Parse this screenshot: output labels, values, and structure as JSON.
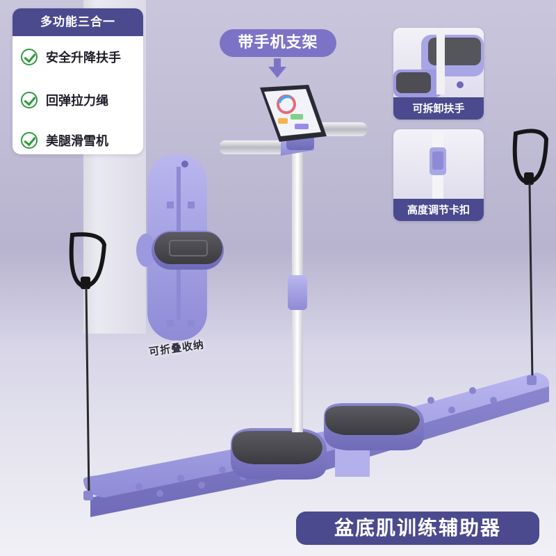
{
  "features": {
    "title": "多功能三合一",
    "items": [
      {
        "label": "安全升降扶手"
      },
      {
        "label": "回弹拉力绳"
      },
      {
        "label": "美腿滑雪机"
      }
    ]
  },
  "callouts": {
    "phone_holder": "带手机支架",
    "detachable_handle": "可拆卸扶手",
    "height_clip": "高度调节卡扣",
    "foldable": "可折叠收纳"
  },
  "product_name": "盆底肌训练辅助器",
  "colors": {
    "accent_purple": "#7d73c6",
    "banner_navy": "#4b4a8e",
    "device_lavender": "#a9a6e6",
    "check_green": "#2d9b3c"
  }
}
